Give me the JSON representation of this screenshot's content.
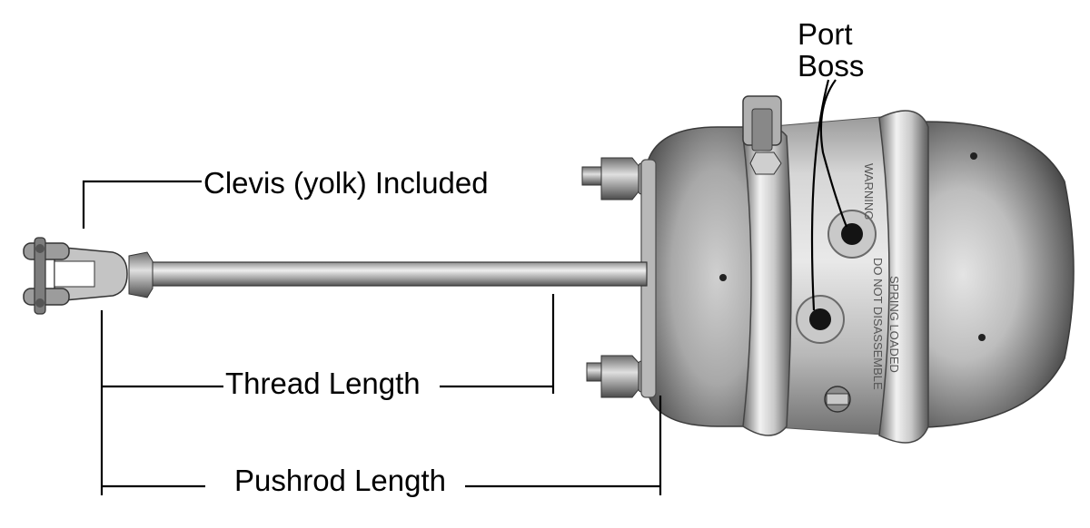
{
  "labels": {
    "clevis": "Clevis (yolk) Included",
    "port_line1": "Port",
    "port_line2": "Boss",
    "thread": "Thread Length",
    "pushrod": "Pushrod Length"
  },
  "can_markings": {
    "warning": "WARNING",
    "spring_loaded": "SPRING LOADED",
    "do_not_disassemble": "DO NOT DISASSEMBLE"
  },
  "colors": {
    "ink": "#000000",
    "metal_light": "#dcdcdc",
    "metal_mid": "#a9a9a9",
    "metal_dark": "#5a5a5a",
    "background": "#ffffff"
  }
}
